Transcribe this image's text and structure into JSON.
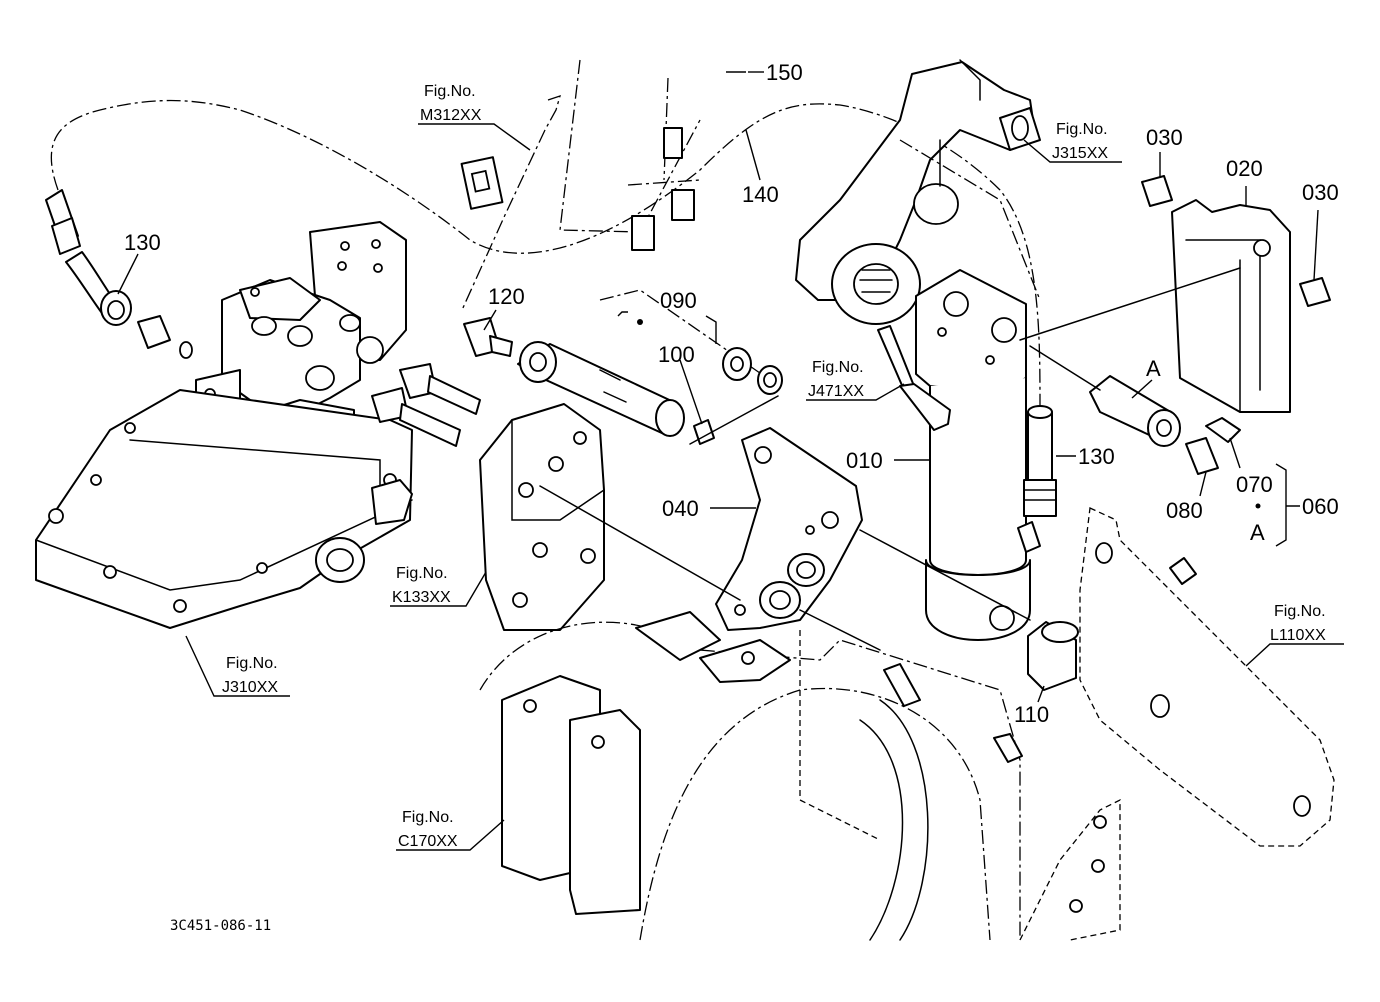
{
  "drawing_code": "3C451-086-11",
  "fig_refs": [
    {
      "line1": "Fig.No.",
      "line2": "M312XX"
    },
    {
      "line1": "Fig.No.",
      "line2": "J315XX"
    },
    {
      "line1": "Fig.No.",
      "line2": "J471XX"
    },
    {
      "line1": "Fig.No.",
      "line2": "K133XX"
    },
    {
      "line1": "Fig.No.",
      "line2": "J310XX"
    },
    {
      "line1": "Fig.No.",
      "line2": "L110XX"
    },
    {
      "line1": "Fig.No.",
      "line2": "C170XX"
    }
  ],
  "part_labels": [
    "150",
    "140",
    "130",
    "120",
    "090",
    "100",
    "030",
    "020",
    "030",
    "A",
    "010",
    "130",
    "080",
    "070",
    "A",
    "060",
    "040",
    "110"
  ]
}
